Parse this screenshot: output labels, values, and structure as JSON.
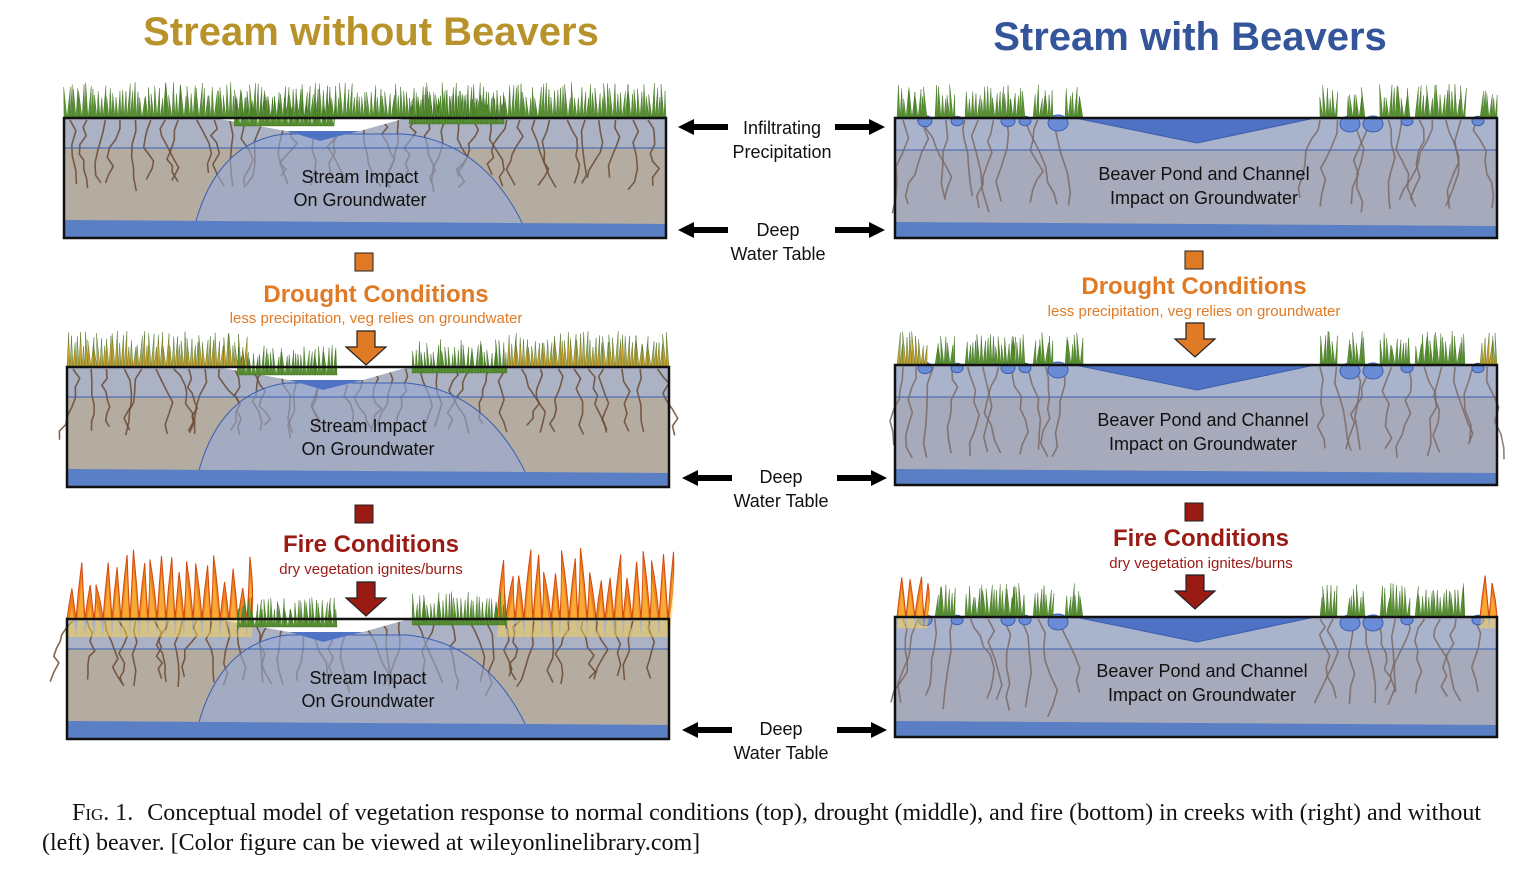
{
  "titles": {
    "left": "Stream without Beavers",
    "right": "Stream with Beavers"
  },
  "colors": {
    "left_title": "#b8922a",
    "right_title": "#34559a",
    "drought": "#e07a25",
    "fire": "#9a1a14",
    "water": "#4f72c4",
    "soil": "#b4aca1",
    "grass": "#4f8a2a"
  },
  "panel_labels": {
    "left": [
      "Stream Impact",
      "On Groundwater"
    ],
    "right": [
      "Beaver Pond and Channel",
      "Impact on Groundwater"
    ]
  },
  "middle": {
    "infiltrating": [
      "Infiltrating",
      "Precipitation"
    ],
    "deep": [
      "Deep",
      "Water Table"
    ]
  },
  "drought": {
    "title": "Drought Conditions",
    "subtitle": "less precipitation, veg relies on groundwater"
  },
  "fire": {
    "title": "Fire Conditions",
    "subtitle": "dry vegetation ignites/burns"
  },
  "caption": {
    "fig": "Fig. 1.",
    "text": "Conceptual model of vegetation response to normal conditions (top), drought (middle), and fire (bottom) in creeks with (right) and without (left) beaver. [Color figure can be viewed at wileyonlinelibrary.com]"
  }
}
